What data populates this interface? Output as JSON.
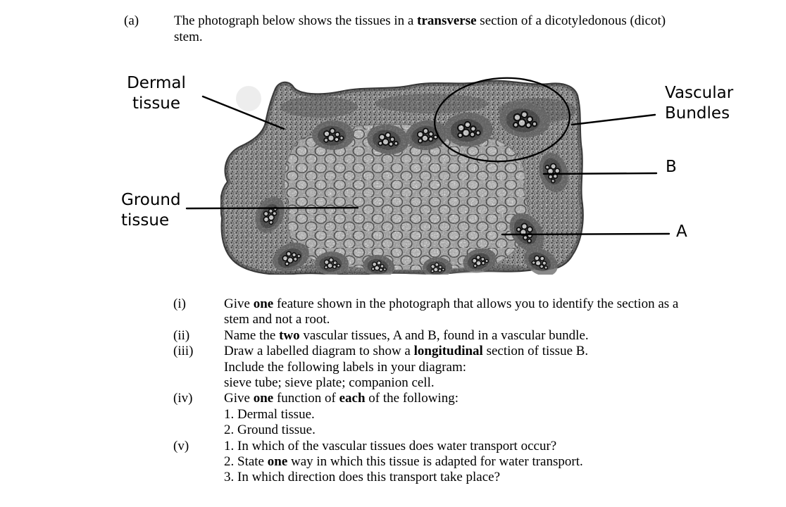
{
  "document": {
    "part_marker": "(a)",
    "intro": {
      "line1": [
        {
          "t": "The photograph below shows the tissues in a "
        },
        {
          "t": "transverse",
          "b": true
        },
        {
          "t": " section of a dicotyledonous (dicot)"
        }
      ],
      "line2": [
        {
          "t": "stem."
        }
      ]
    },
    "figure": {
      "labels": {
        "dermal_line1": "Dermal",
        "dermal_line2": "tissue",
        "ground_line1": "Ground",
        "ground_line2": "tissue",
        "vascular_line1": "Vascular",
        "vascular_line2": "Bundles",
        "label_b": "B",
        "label_a": "A"
      }
    },
    "questions": [
      {
        "marker": "(i)",
        "lines": [
          [
            {
              "t": "Give "
            },
            {
              "t": "one",
              "b": true
            },
            {
              "t": " feature shown in the photograph that allows you to identify the section as a"
            }
          ],
          [
            {
              "t": "stem and not a root."
            }
          ]
        ]
      },
      {
        "marker": "(ii)",
        "lines": [
          [
            {
              "t": "Name the "
            },
            {
              "t": "two",
              "b": true
            },
            {
              "t": " vascular tissues, A and B, found in a vascular bundle."
            }
          ]
        ]
      },
      {
        "marker": "(iii)",
        "lines": [
          [
            {
              "t": "Draw a labelled diagram to show a "
            },
            {
              "t": "longitudinal",
              "b": true
            },
            {
              "t": " section of tissue B."
            }
          ],
          [
            {
              "t": "Include the following labels in your diagram:"
            }
          ],
          [
            {
              "t": "sieve tube; sieve plate; companion cell."
            }
          ]
        ]
      },
      {
        "marker": "(iv)",
        "lines": [
          [
            {
              "t": "Give "
            },
            {
              "t": "one",
              "b": true
            },
            {
              "t": " function of "
            },
            {
              "t": "each",
              "b": true
            },
            {
              "t": " of the following:"
            }
          ],
          [
            {
              "t": "1. Dermal tissue."
            }
          ],
          [
            {
              "t": "2. Ground tissue."
            }
          ]
        ]
      },
      {
        "marker": "(v)",
        "lines": [
          [
            {
              "t": "1. In which of the vascular tissues does water transport occur?"
            }
          ],
          [
            {
              "t": "2. State "
            },
            {
              "t": "one",
              "b": true
            },
            {
              "t": " way in which this tissue is adapted for water transport."
            }
          ],
          [
            {
              "t": "3. In which direction does this transport take place?"
            }
          ]
        ]
      }
    ]
  }
}
